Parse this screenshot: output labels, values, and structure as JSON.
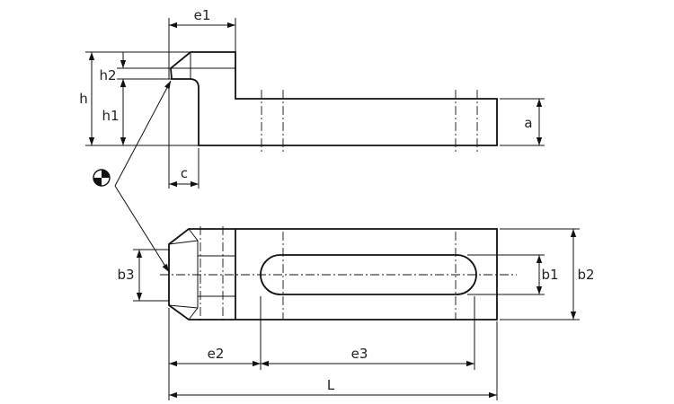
{
  "labels": {
    "e1": "e1",
    "h": "h",
    "h1": "h1",
    "h2": "h2",
    "a": "a",
    "c": "c",
    "b1": "b1",
    "b2": "b2",
    "b3": "b3",
    "e2": "e2",
    "e3": "e3",
    "L": "L"
  },
  "symbols": {
    "center_of_gravity": "center-of-gravity-icon"
  }
}
